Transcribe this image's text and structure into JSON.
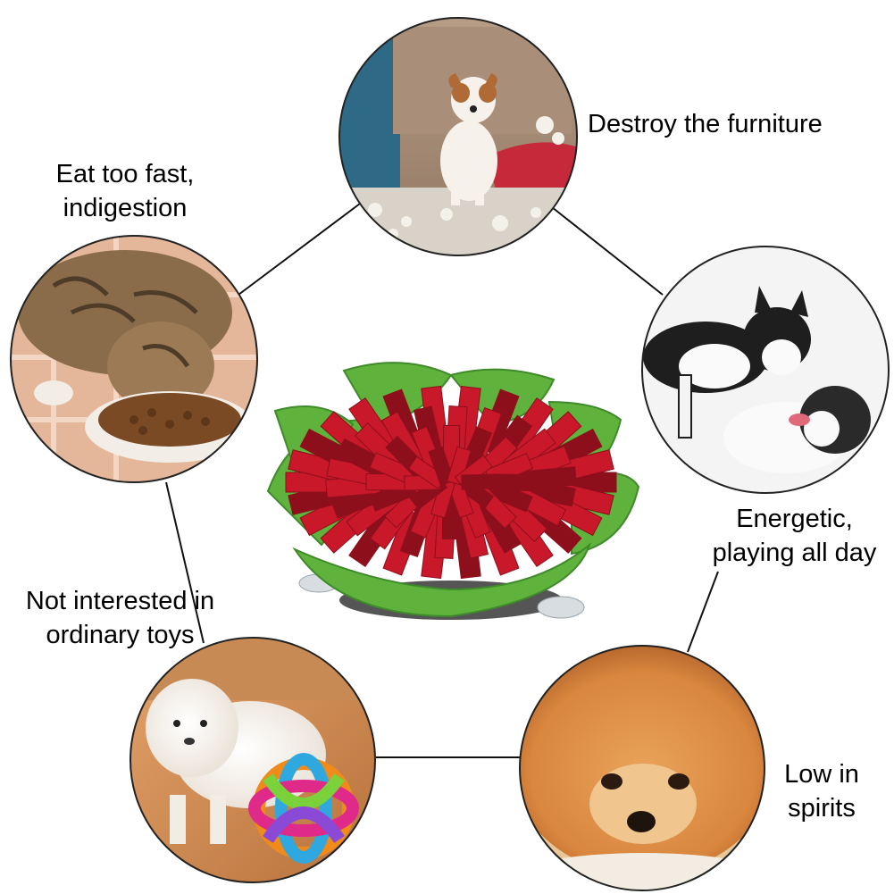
{
  "labels": {
    "furniture": {
      "line1": "Destroy the furniture"
    },
    "eat_fast": {
      "line1": "Eat too fast,",
      "line2": "indigestion"
    },
    "energetic": {
      "line1": "Energetic,",
      "line2": "playing all day"
    },
    "toys": {
      "line1": "Not interested in",
      "line2": "ordinary toys"
    },
    "low_spirits": {
      "line1": "Low in",
      "line2": "spirits"
    }
  },
  "colors": {
    "felt_red": "#c8182a",
    "felt_red_dark": "#8e0f1c",
    "felt_green": "#5fb33d",
    "felt_green_dark": "#3f8a2a",
    "connector": "#111111",
    "circle_border": "#222222"
  },
  "photos": {
    "top": "dog-on-sofa-photo",
    "left": "cat-eating-photo",
    "right": "two-dogs-playing-photo",
    "bottom_left": "puppy-with-ball-photo",
    "bottom_right": "fluffy-dog-photo",
    "center": "snuffle-bowl-photo"
  }
}
